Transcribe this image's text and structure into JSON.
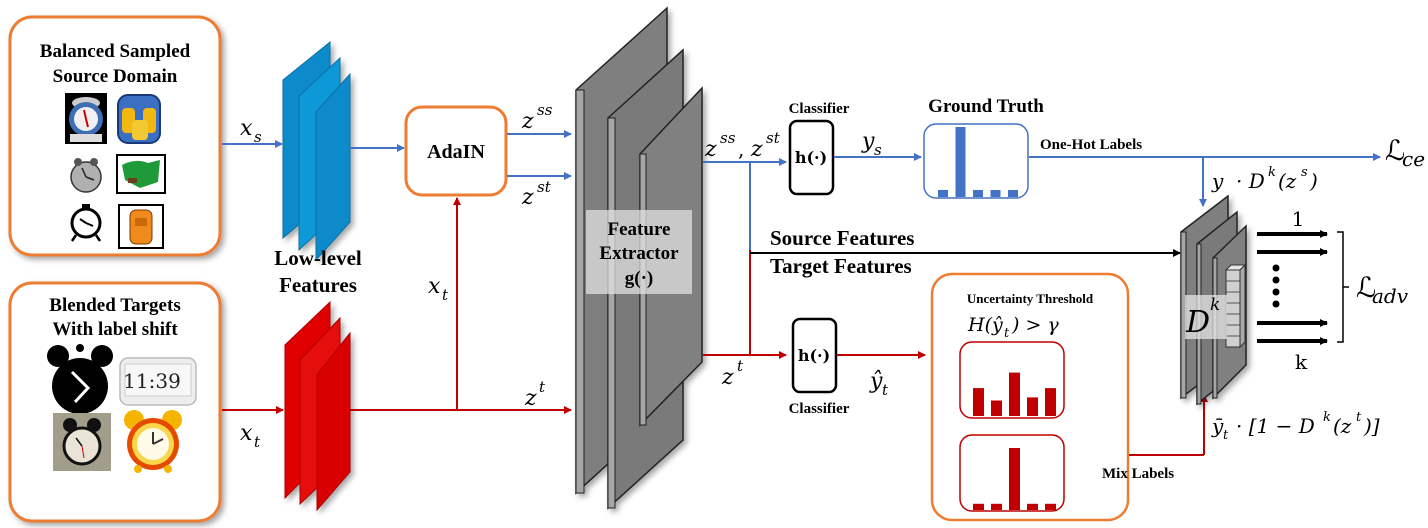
{
  "source_panel": {
    "title_line1": "Balanced Sampled",
    "title_line2": "Source Domain",
    "icons": [
      "alarm-clock-blue-icon",
      "backpack-yellow-icon",
      "alarm-clock-gray-icon",
      "backpack-green-icon",
      "alarm-clock-outline-icon",
      "backpack-orange-icon"
    ]
  },
  "target_panel": {
    "title_line1": "Blended Targets",
    "title_line2": "With label shift",
    "digital_clock_text": "11:39",
    "icons": [
      "alarm-clock-black-icon",
      "digital-clock-icon",
      "alarm-clock-photo-icon",
      "alarm-clock-yellow-icon"
    ]
  },
  "labels": {
    "xs": "x",
    "xs_sub": "s",
    "xt": "x",
    "xt_sub": "t",
    "low_level_1": "Low-level",
    "low_level_2": "Features",
    "adain": "AdaIN",
    "zss": "z",
    "zss_sup": "ss",
    "zst": "z",
    "zst_sup": "st",
    "zt": "z",
    "zt_sup": "t",
    "zss_zst": "z",
    "feature_1": "Feature",
    "feature_2": "Extractor",
    "feature_3": "g(·)",
    "classifier_top": "Classifier",
    "classifier_bottom": "Classifier",
    "h_top": "h(·)",
    "h_bottom": "h(·)",
    "ys": "y",
    "ys_sub": "s",
    "yhat": "ŷ",
    "yhat_sub": "t",
    "ground_truth": "Ground Truth",
    "one_hot": "One-Hot Labels",
    "lce": "ℒ",
    "lce_sub": "ce",
    "ys_dk": "y",
    "ys_dk_rest": "· D",
    "ys_dk_sup": "k",
    "ys_dk_arg": "(z",
    "ys_dk_arg_sup": "s",
    "ys_dk_close": ")",
    "source_features": "Source Features",
    "target_features": "Target Features",
    "uncertainty": "Uncertainty  Threshold",
    "entropy": "H(ŷ",
    "entropy_sub": "t",
    "entropy_rest": ") > γ",
    "dk": "D",
    "dk_sup": "k",
    "out_1": "1",
    "out_k": "k",
    "ladv": "ℒ",
    "ladv_sub": "adv",
    "mix_labels": "Mix Labels",
    "ybar": "ȳ",
    "ybar_sub": "t",
    "ybar_rest": "· [1 − D",
    "ybar_sup": "k",
    "ybar_arg": "(z",
    "ybar_arg_sup": "t",
    "ybar_close": ")]"
  },
  "charts": {
    "ground_truth": [
      0.1,
      1.0,
      0.1,
      0.1,
      0.1
    ],
    "uncertain": [
      0.45,
      0.25,
      0.7,
      0.3,
      0.45
    ],
    "mixed": [
      0.1,
      0.1,
      1.0,
      0.1,
      0.1
    ]
  },
  "colors": {
    "source": "#4472c4",
    "target": "#c00000",
    "panel_border": "#ed7d31",
    "gray_layer": "#7f7f7f",
    "blue_layer": "#0e8ac9",
    "red_layer": "#e00000"
  }
}
